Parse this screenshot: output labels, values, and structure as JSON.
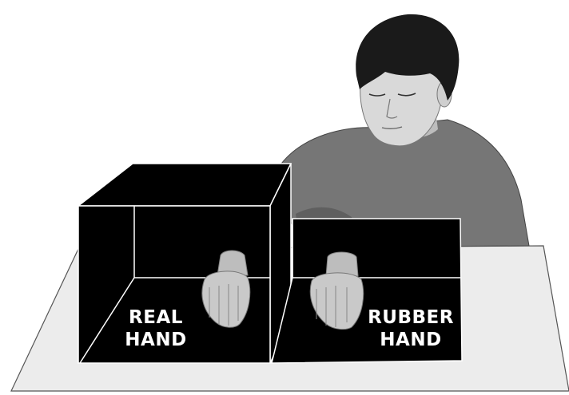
{
  "labels": {
    "real": {
      "line1": "REAL",
      "line2": "HAND"
    },
    "rubber": {
      "line1": "RUBBER",
      "line2": "HAND"
    }
  },
  "colors": {
    "background": "#ffffff",
    "table": "#ececec",
    "box": "#000000",
    "box_edge": "#ffffff",
    "sweater": "#767676",
    "hair": "#1a1a1a",
    "skin": "#d9d9d9",
    "hand": "#c9c9c9"
  }
}
